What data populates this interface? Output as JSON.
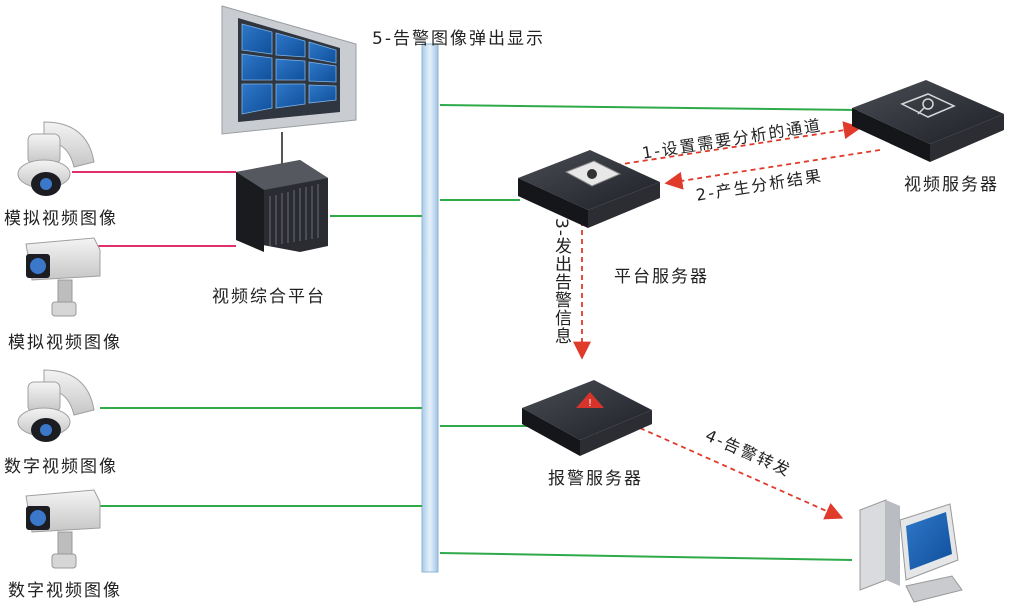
{
  "labels": {
    "popup": "5-告警图像弹出显示",
    "analog_camera_1": "模拟视频图像",
    "analog_camera_2": "模拟视频图像",
    "digital_camera_1": "数字视频图像",
    "digital_camera_2": "数字视频图像",
    "video_platform": "视频综合平台",
    "platform_server": "平台服务器",
    "video_server": "视频服务器",
    "alarm_server": "报警服务器",
    "step1": "1-设置需要分析的通道",
    "step2": "2-产生分析结果",
    "step3": "3-发出告警信息",
    "step4": "4-告警转发"
  },
  "colors": {
    "network_line": "#2eaa4a",
    "analog_line": "#e0306a",
    "bus": "#bcd9ee",
    "arrow": "#e03a2a"
  }
}
